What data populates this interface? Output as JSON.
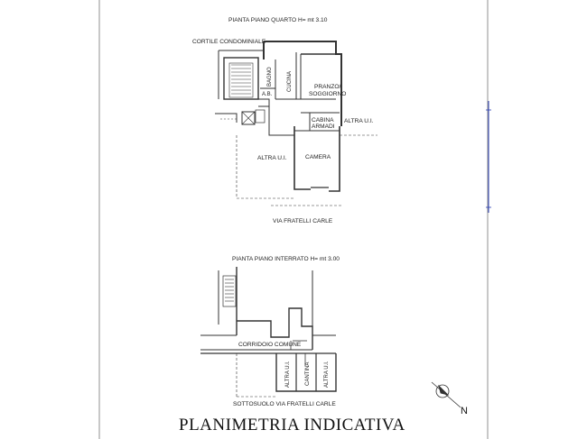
{
  "upper_plan": {
    "title": "PIANTA PIANO QUARTO H= mt 3.10",
    "labels": {
      "cortile": "CORTILE CONDOMINIALE",
      "bagno": "BAGNO",
      "cucina": "CUCINA",
      "ab": "A.B.",
      "pranzo_1": "PRANZO/",
      "pranzo_2": "SOGGIORNO",
      "cabina_1": "CABINA",
      "cabina_2": "ARMADI",
      "altra_ui_right": "ALTRA U.I.",
      "altra_ui_left": "ALTRA U.I.",
      "camera": "CAMERA",
      "via": "VIA FRATELLI CARLE"
    }
  },
  "lower_plan": {
    "title": "PIANTA PIANO INTERRATO H= mt 3.00",
    "labels": {
      "corridoio": "CORRIDOIO COMUNE",
      "altra_ui_1": "ALTRA U.I.",
      "cantina": "CANTINA",
      "altra_ui_2": "ALTRA U.I.",
      "sottosuolo": "SOTTOSUOLO VIA FRATELLI CARLE"
    }
  },
  "footer": {
    "title": "PLANIMETRIA INDICATIVA",
    "north": "N"
  },
  "colors": {
    "lines": "#333333",
    "accent": "#2b3fb5"
  }
}
